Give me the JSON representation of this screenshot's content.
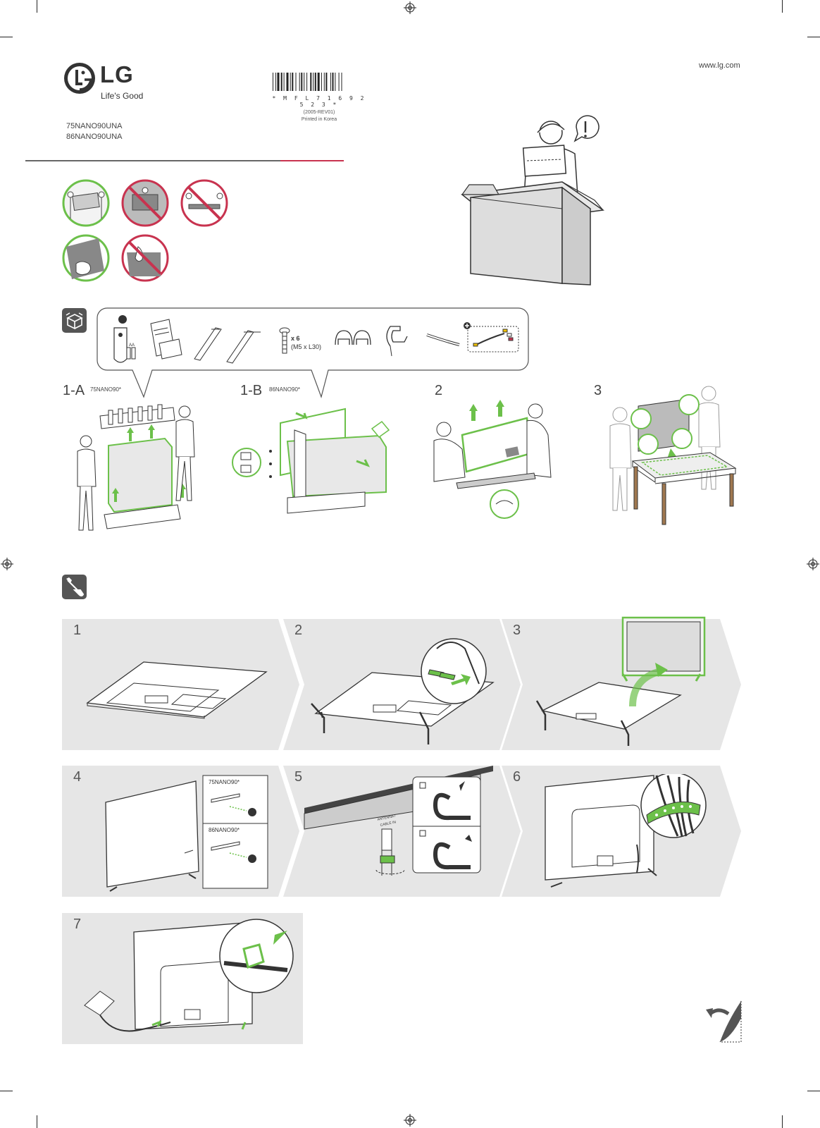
{
  "brand": {
    "name": "LG",
    "tagline": "Life's Good",
    "url": "www.lg.com"
  },
  "models": [
    "75NANO90UNA",
    "86NANO90UNA"
  ],
  "barcode": {
    "code": "* M F L 7 1 6 9 2 5 2 3 *",
    "revision": "(2005-REV01)",
    "printed": "Printed in Korea"
  },
  "colors": {
    "accent_green": "#6cc04a",
    "warning_red": "#c8334f",
    "panel_gray": "#e6e6e6",
    "divider_red": "#c8334f",
    "dark_icon": "#555555"
  },
  "unpack": {
    "items": {
      "screw_count": "x 6",
      "screw_spec": "(M5 x L30)",
      "battery_label": "AA"
    },
    "steps": [
      {
        "label": "1-A",
        "model": "75NANO90*"
      },
      {
        "label": "1-B",
        "model": "86NANO90*"
      },
      {
        "label": "2",
        "model": ""
      },
      {
        "label": "3",
        "model": ""
      }
    ]
  },
  "assembly": {
    "steps": [
      "1",
      "2",
      "3",
      "4",
      "5",
      "6",
      "7"
    ],
    "step4_models": [
      "75NANO90*",
      "86NANO90*"
    ],
    "step5_port": [
      "ANTENNA /",
      "CABLE IN"
    ]
  }
}
